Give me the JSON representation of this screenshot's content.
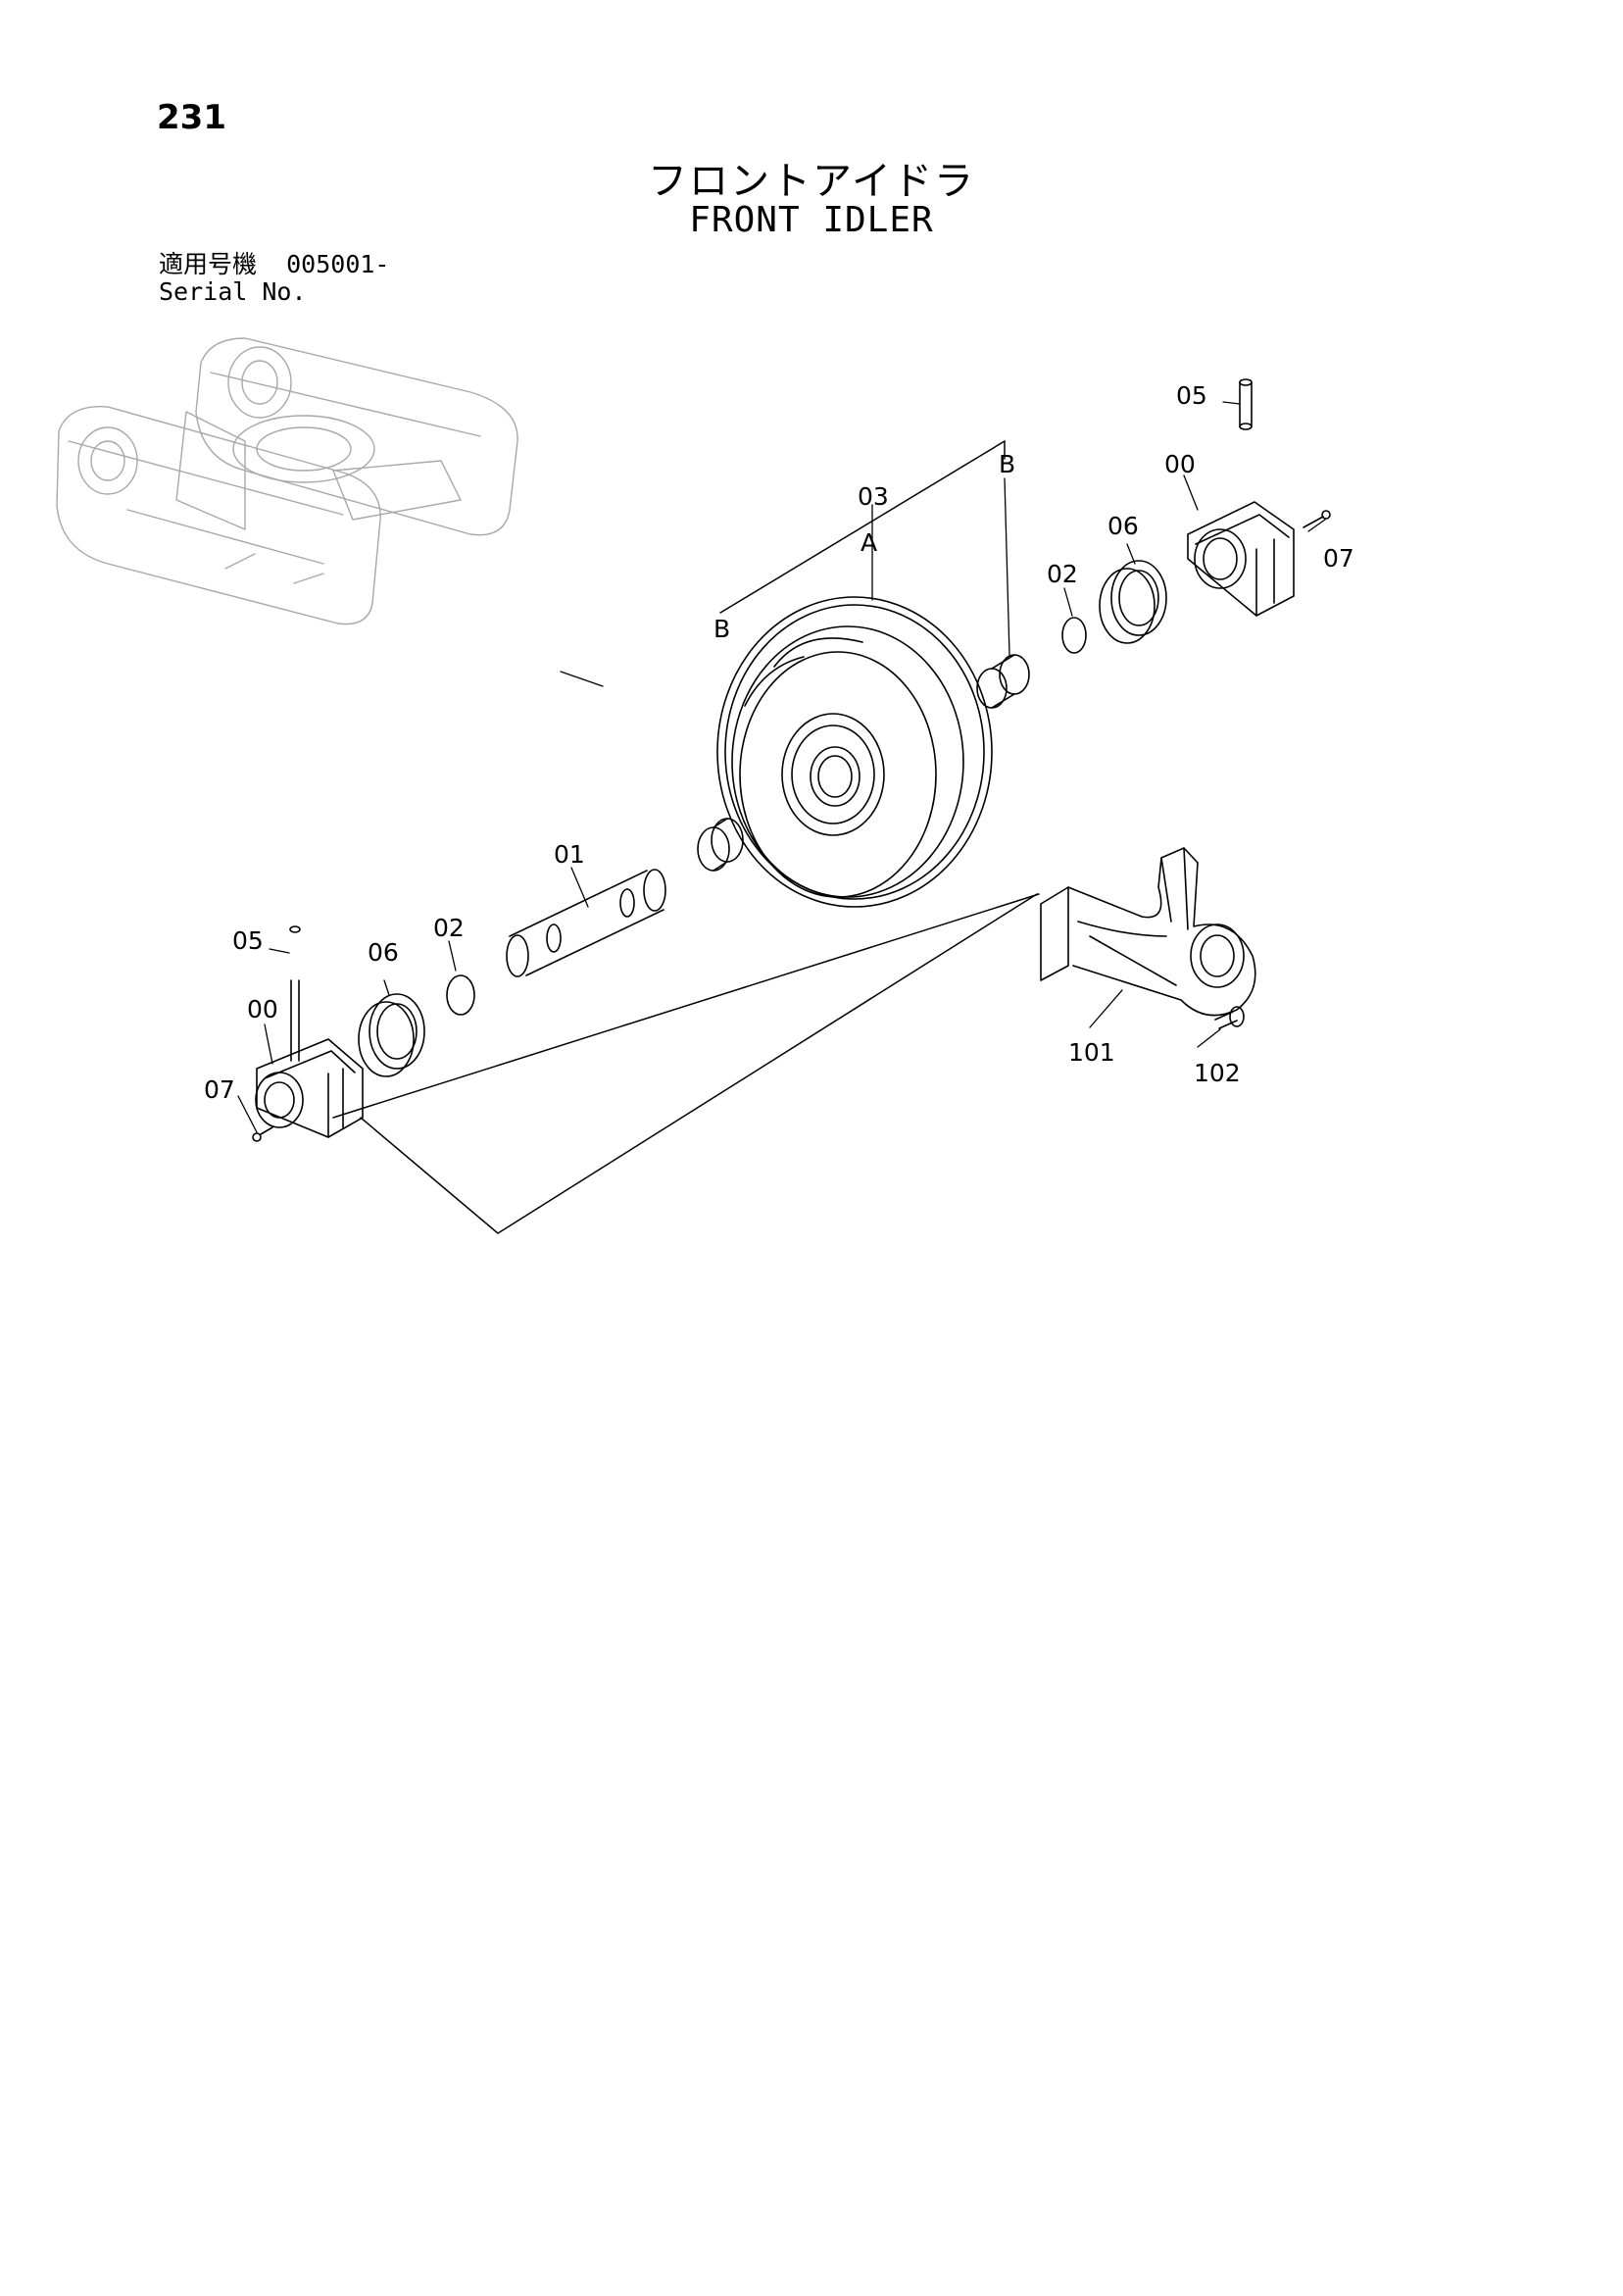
{
  "header": {
    "page_number": "231",
    "title_jp": "フロントアイドラ",
    "title_en": "FRONT IDLER",
    "serial_label_jp": "適用号機",
    "serial_value": "005001-",
    "serial_label_en": "Serial No."
  },
  "labels": {
    "l05_top": "05",
    "l00_right": "00",
    "l07_right": "07",
    "l06_right": "06",
    "l02_right": "02",
    "lB_right": "B",
    "l03": "03",
    "lA": "A",
    "lB_left": "B",
    "l01": "01",
    "l05_left": "05",
    "l06_left": "06",
    "l02_left": "02",
    "l00_left": "00",
    "l07_left": "07",
    "l101": "101",
    "l102": "102"
  }
}
